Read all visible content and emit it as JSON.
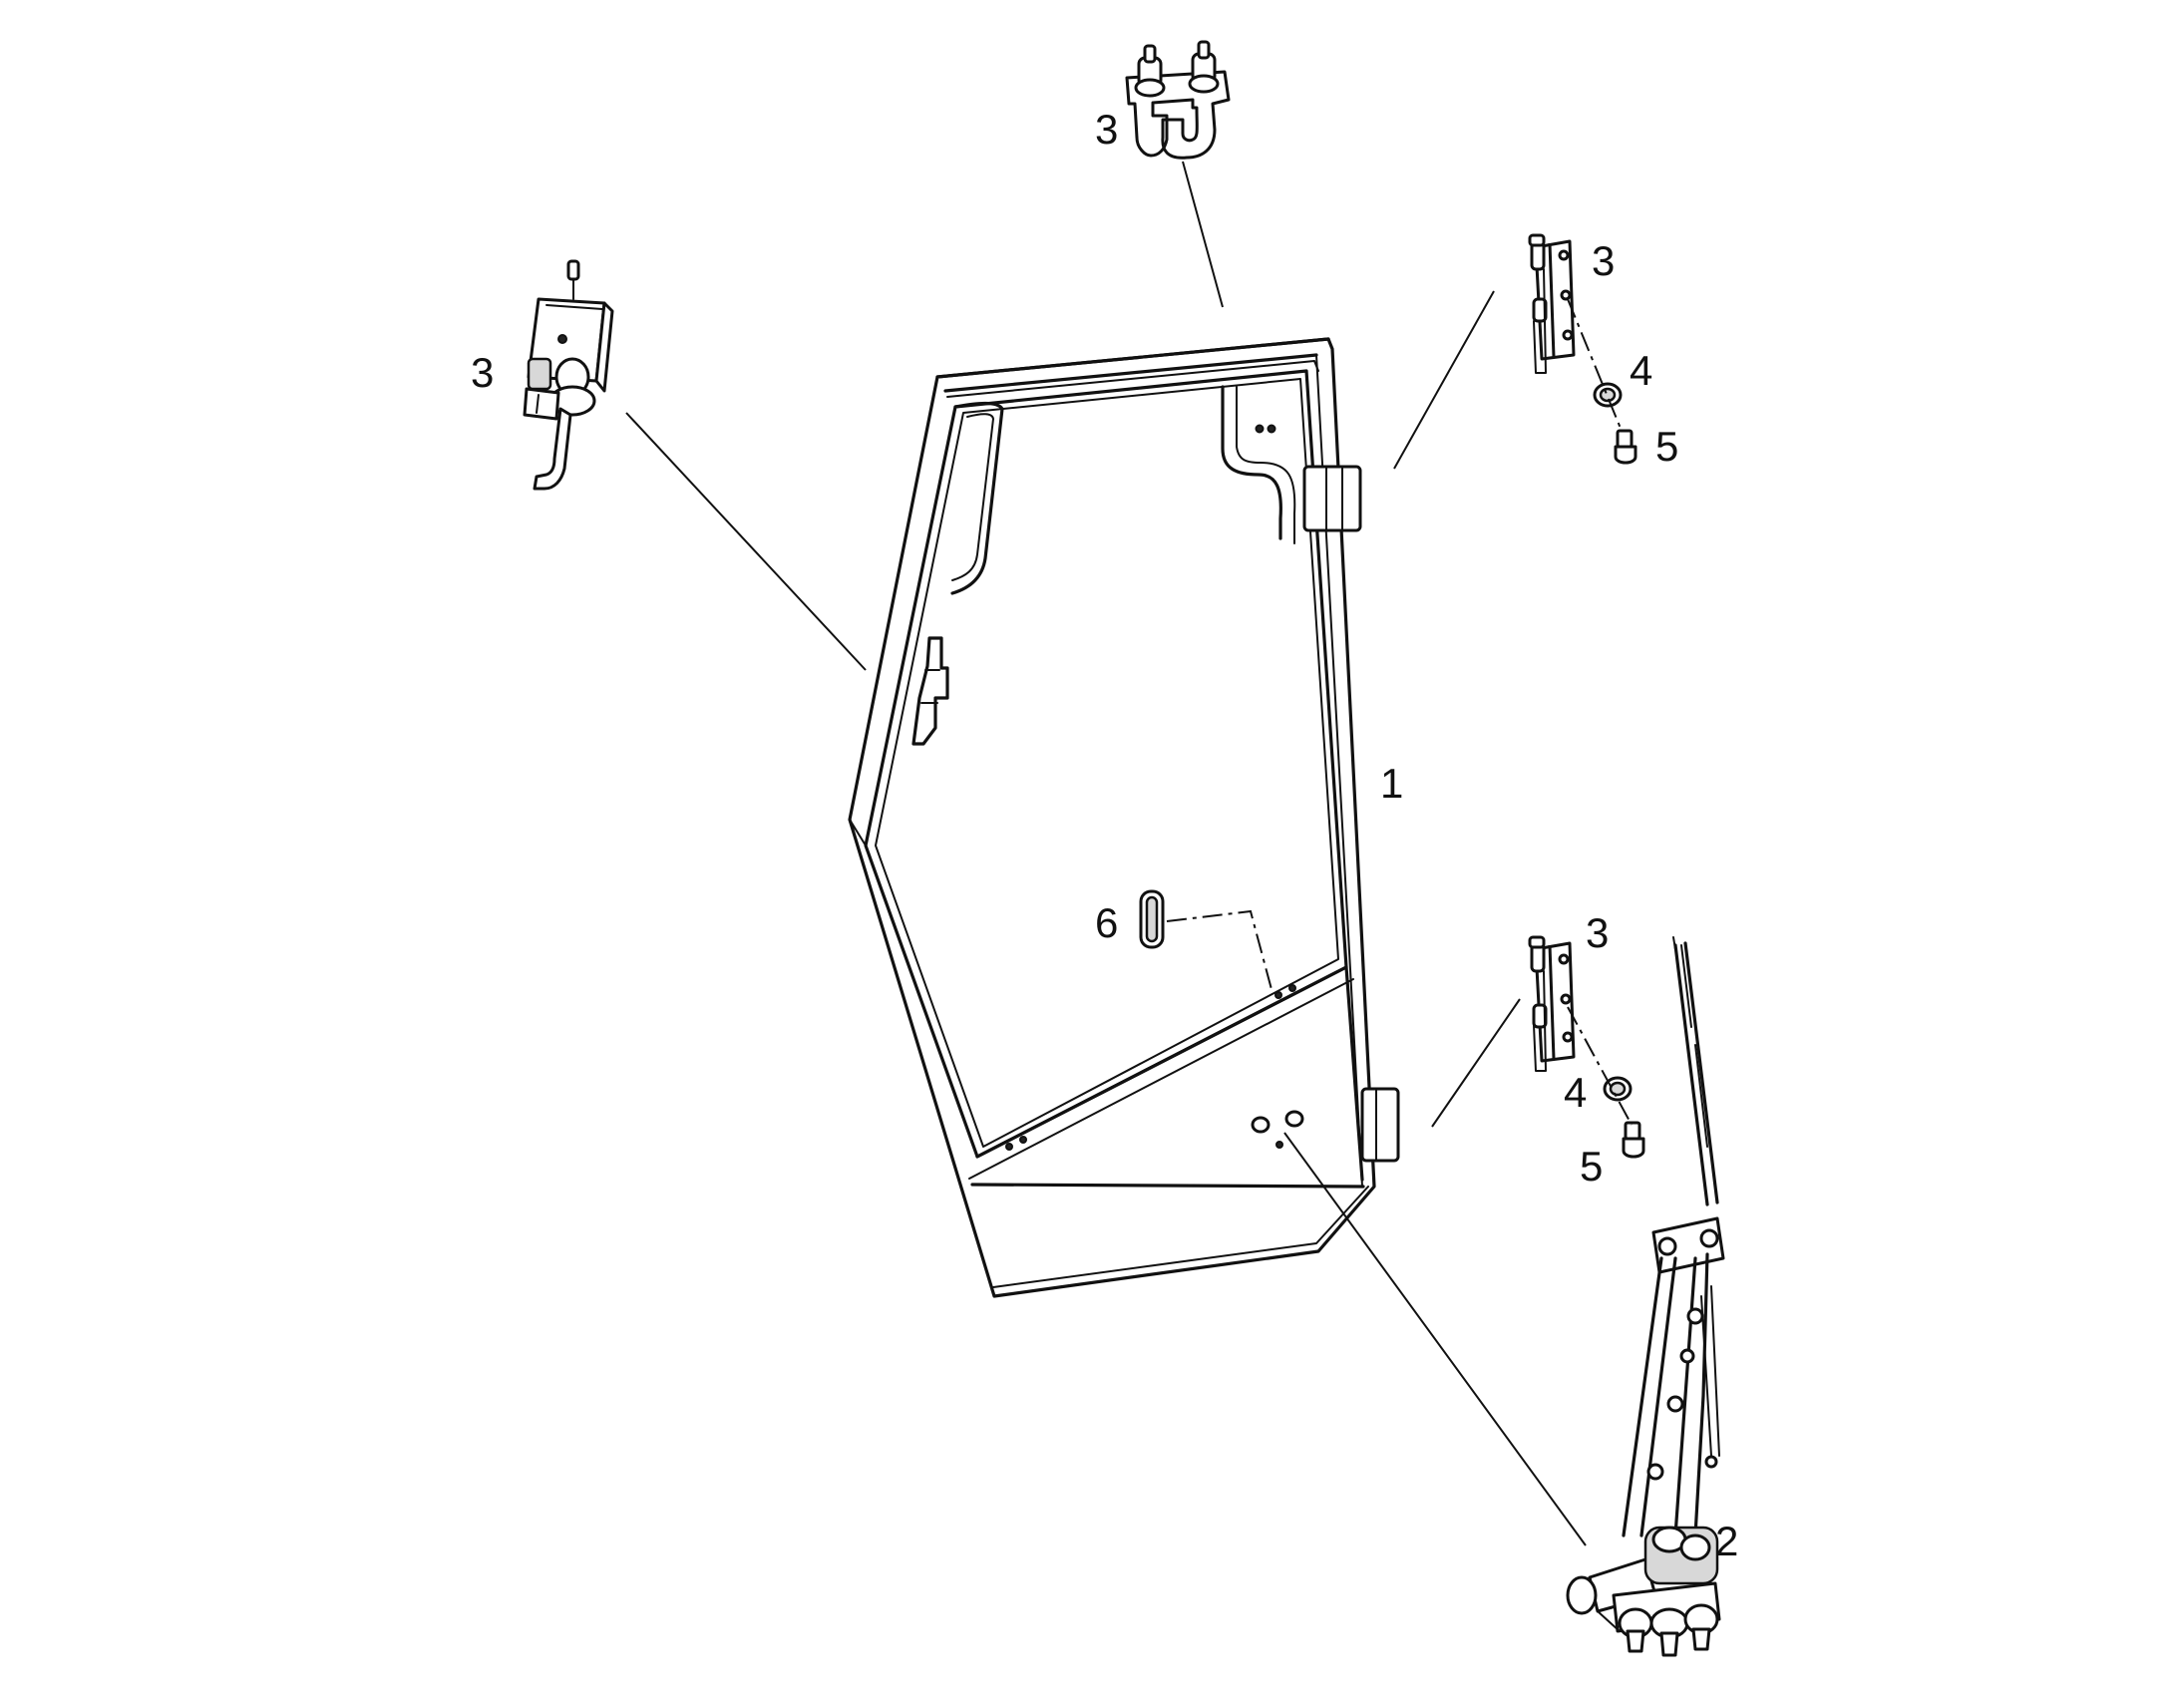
{
  "diagram": {
    "callouts": {
      "door_frame": "1",
      "wiper_assembly": "2",
      "hinge_top": "3",
      "handle_left": "3",
      "hinge_upper_right": "3",
      "washer_upper": "4",
      "screw_upper": "5",
      "seal": "6",
      "hinge_lower_right": "3",
      "washer_lower": "4",
      "screw_lower": "5"
    }
  }
}
